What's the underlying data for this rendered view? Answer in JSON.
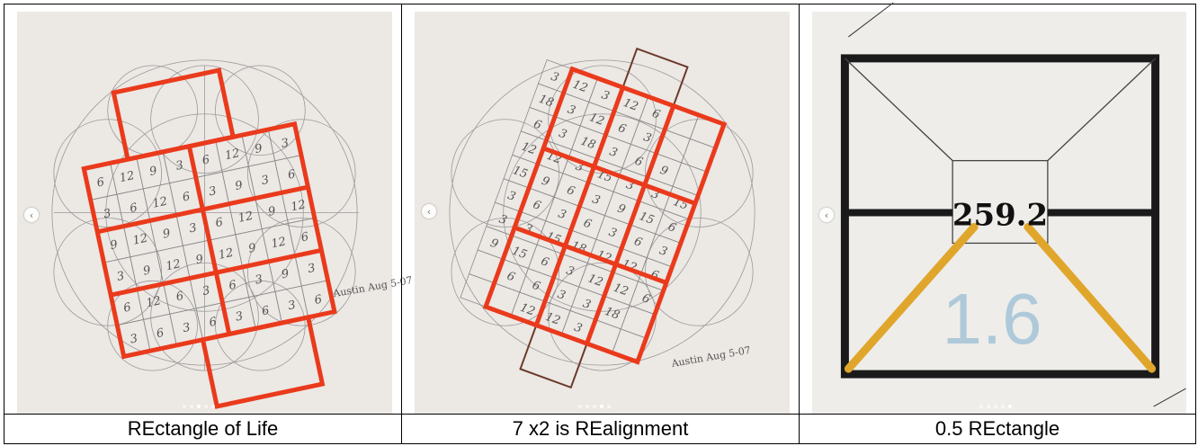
{
  "captions": [
    "REctangle of Life",
    "7 x2 is REalignment",
    "0.5 REctangle"
  ],
  "panel1": {
    "grid_rows": [
      [
        "6",
        "12",
        "9",
        "3",
        "6",
        "12",
        "9",
        "3"
      ],
      [
        "3",
        "6",
        "12",
        "6",
        "3",
        "9",
        "3",
        "6"
      ],
      [
        "9",
        "12",
        "9",
        "3",
        "6",
        "12",
        "9",
        "12"
      ],
      [
        "3",
        "9",
        "12",
        "9",
        "12",
        "9",
        "12",
        "6"
      ],
      [
        "6",
        "12",
        "6",
        "3",
        "6",
        "3",
        "9",
        "3"
      ],
      [
        "3",
        "6",
        "3",
        "6",
        "3",
        "6",
        "3",
        "6"
      ]
    ],
    "signature": "Austin Aug 5-07"
  },
  "panel2": {
    "grid_rows": [
      [
        "3",
        "12",
        "3",
        "12",
        "6",
        "",
        ""
      ],
      [
        "18",
        "3",
        "12",
        "6",
        "3",
        "",
        ""
      ],
      [
        "6",
        "3",
        "18",
        "3",
        "6",
        "9",
        ""
      ],
      [
        "12",
        "12",
        "3",
        "15",
        "3",
        "3",
        "15"
      ],
      [
        "15",
        "9",
        "6",
        "3",
        "9",
        "15",
        "6"
      ],
      [
        "3",
        "6",
        "3",
        "6",
        "3",
        "6",
        "3"
      ],
      [
        "3",
        "3",
        "15",
        "18",
        "12",
        "12",
        "6"
      ],
      [
        "9",
        "15",
        "6",
        "3",
        "12",
        "12",
        "6"
      ],
      [
        "",
        "6",
        "6",
        "3",
        "3",
        "18",
        ""
      ],
      [
        "",
        "",
        "12",
        "12",
        "3",
        "",
        ""
      ]
    ],
    "signature": "Austin Aug 5-07"
  },
  "panel3": {
    "value_label": "259.2",
    "ratio_label": "1.6"
  },
  "colors": {
    "red": "#ea3a1c",
    "brown": "#6b3a2a",
    "gold": "#e0a62c",
    "blue_text": "#a8c6d8"
  }
}
